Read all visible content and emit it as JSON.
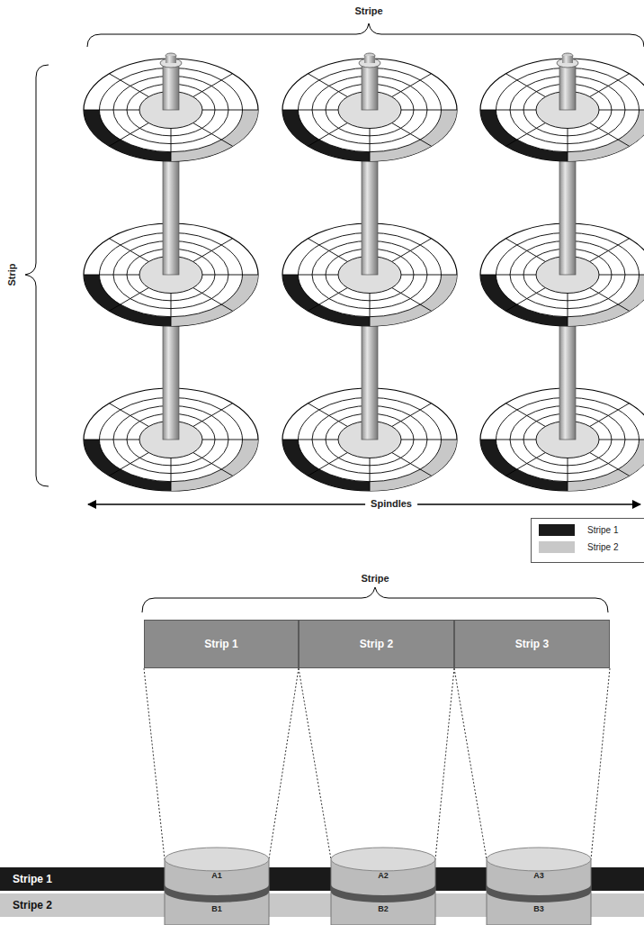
{
  "diagram": {
    "nodes": [
      {
        "text": [
          "Strip 1"
        ]
      },
      {
        "text": [
          "Strip 2"
        ]
      },
      {
        "text": [
          "Strip 3"
        ]
      },
      {
        "text": [
          "Stripe 1"
        ]
      },
      {
        "text": [
          "Stripe 2"
        ]
      },
      {
        "text": [
          "A1",
          "B1"
        ]
      },
      {
        "text": [
          "A2",
          "B2"
        ]
      },
      {
        "text": [
          "A3",
          "B3"
        ]
      }
    ],
    "edges": [
      {
        "from": 0,
        "to": 5,
        "arrow": "none"
      },
      {
        "from": 1,
        "to": 6,
        "arrow": "none"
      },
      {
        "from": 2,
        "to": 7,
        "arrow": "none"
      }
    ],
    "labels": [
      "Stripe",
      "Strip",
      "Spindles",
      "Stripe"
    ],
    "legend": [
      {
        "text": "Stripe 1",
        "color": "#1a1a1a"
      },
      {
        "text": "Stripe 2",
        "color": "#c8c8c8"
      }
    ]
  }
}
